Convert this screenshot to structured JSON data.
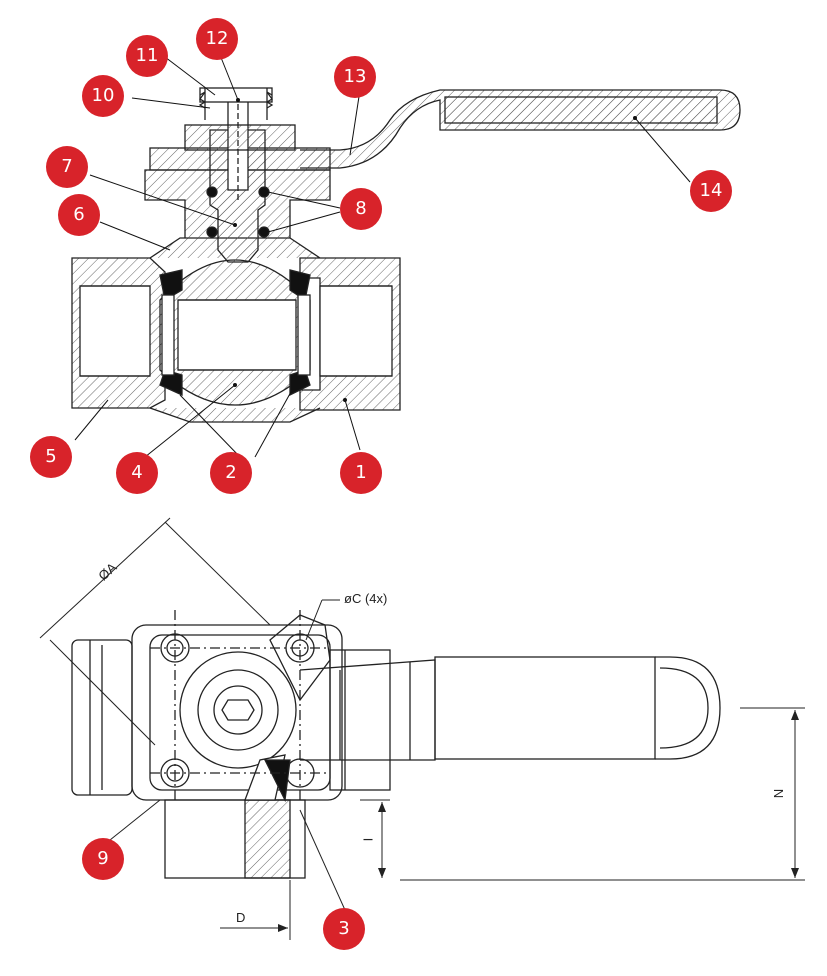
{
  "accent_color": "#d8232a",
  "parts": [
    "1",
    "2",
    "3",
    "4",
    "5",
    "6",
    "7",
    "8",
    "9",
    "10",
    "11",
    "12",
    "13",
    "14"
  ],
  "dimensions": {
    "diameter_a": "ØA",
    "hole_c": "øC (4x)",
    "n": "N",
    "i": "I",
    "d": "D"
  }
}
